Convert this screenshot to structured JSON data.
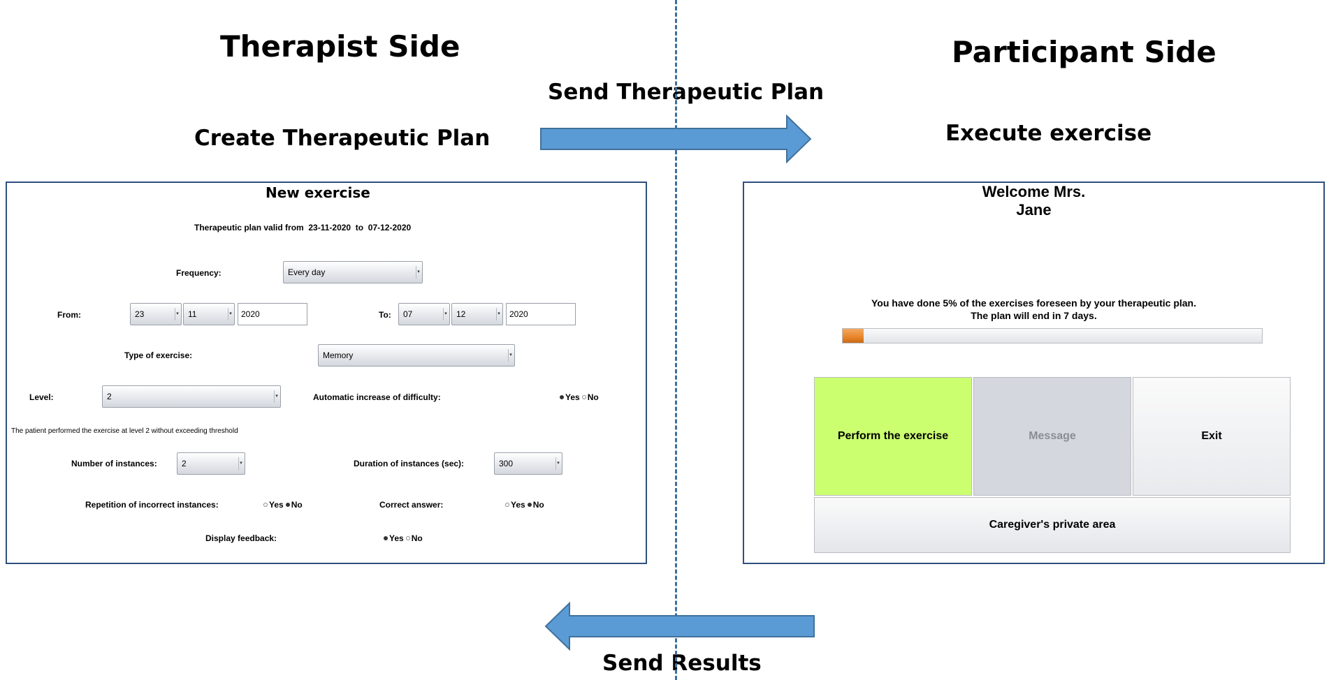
{
  "headings": {
    "therapist_side": "Therapist Side",
    "participant_side": "Participant Side",
    "create_plan": "Create Therapeutic Plan",
    "send_plan": "Send Therapeutic Plan",
    "execute": "Execute exercise",
    "send_results": "Send Results"
  },
  "colors": {
    "arrow": "#5b9bd5",
    "arrow_border": "#41719c",
    "perform_tile": "#ccff70",
    "message_tile": "#d4d8de",
    "progress_fill": "#e8842a"
  },
  "therapist_form": {
    "title": "New exercise",
    "valid_label": "Therapeutic plan valid from",
    "valid_from": "23-11-2020",
    "valid_to_label": "to",
    "valid_to": "07-12-2020",
    "frequency_label": "Frequency:",
    "frequency_value": "Every day",
    "from_label": "From:",
    "from_day": "23",
    "from_month": "11",
    "from_year": "2020",
    "to_label": "To:",
    "to_day": "07",
    "to_month": "12",
    "to_year": "2020",
    "type_label": "Type of exercise:",
    "type_value": "Memory",
    "level_label": "Level:",
    "level_value": "2",
    "auto_increase_label": "Automatic increase of difficulty:",
    "yes": "Yes",
    "no": "No",
    "patient_note": "The patient performed the exercise at level 2 without exceeding threshold",
    "instances_label": "Number of instances:",
    "instances_value": "2",
    "duration_label": "Duration of instances (sec):",
    "duration_value": "300",
    "repetition_label": "Repetition of incorrect instances:",
    "correct_answer_label": "Correct answer:",
    "feedback_label": "Display feedback:"
  },
  "participant_panel": {
    "welcome_line1": "Welcome Mrs.",
    "welcome_line2": "Jane",
    "progress_line1": "You have done 5% of the exercises foreseen by your therapeutic plan.",
    "progress_line2": "The plan will end in 7 days.",
    "progress_fraction": 0.05,
    "perform_button": "Perform the exercise",
    "message_button": "Message",
    "exit_button": "Exit",
    "caregiver_button": "Caregiver's private area"
  }
}
